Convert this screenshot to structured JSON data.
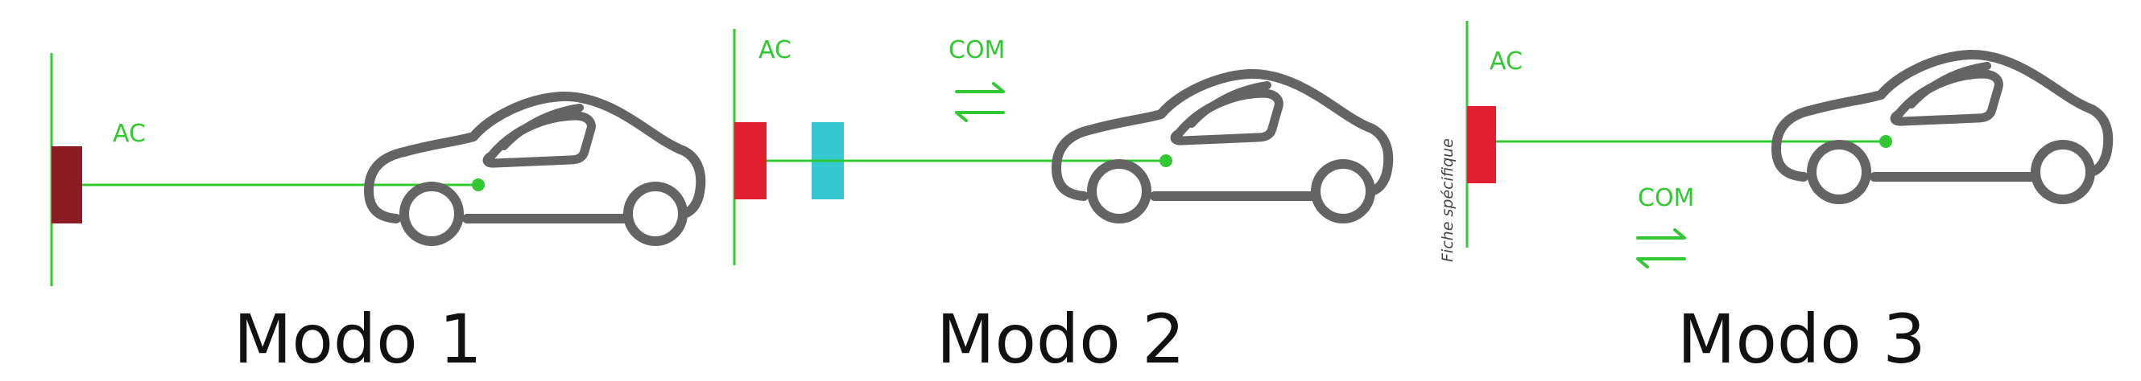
{
  "colors": {
    "wire": "#32c832",
    "car": "#646464",
    "mode1_plug": "#8b1a22",
    "mode2_plug": "#e0202e",
    "mode2_box": "#36c8d0",
    "mode3_plug": "#e0202e",
    "label_text": "#111111",
    "fiche_text": "#444444"
  },
  "icons": [
    "car-icon",
    "bidirectional-arrows-icon"
  ],
  "panels": [
    {
      "label": "Modo 1",
      "ac": "AC"
    },
    {
      "label": "Modo 2",
      "ac": "AC",
      "com": "COM"
    },
    {
      "label": "Modo 3",
      "ac": "AC",
      "com": "COM",
      "vertical": "Fiche spécifique"
    }
  ]
}
